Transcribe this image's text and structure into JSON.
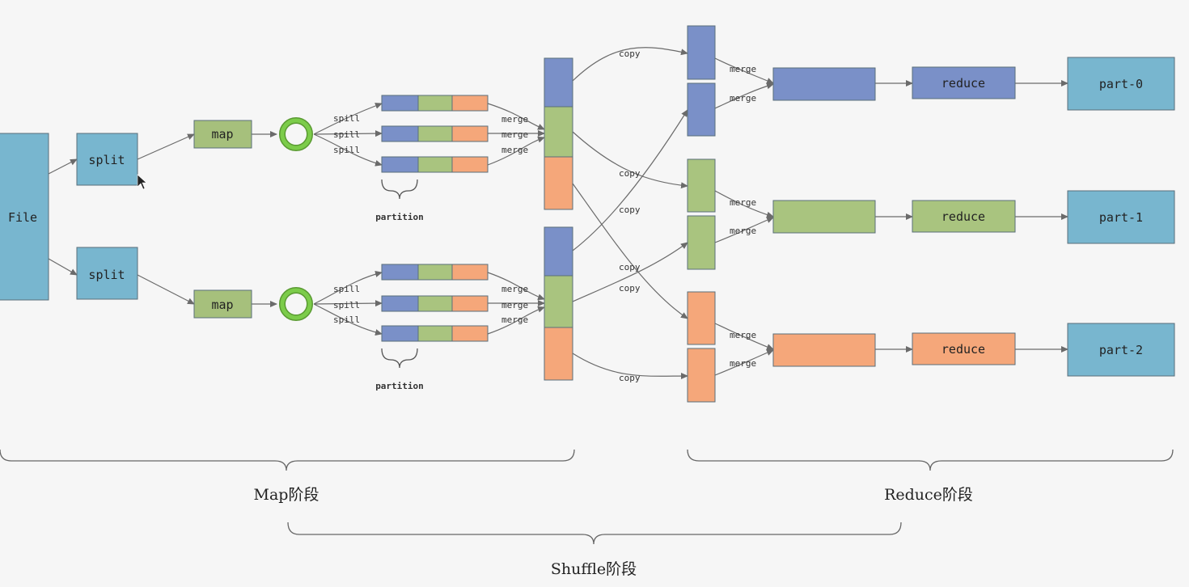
{
  "colors": {
    "blue": "#7a90c8",
    "green": "#a9c47f",
    "orange": "#f5a77a",
    "teal": "#78b6cf",
    "mapgreen": "#a6c07c",
    "ring": "#6cbc3e",
    "line": "#6b6b6b",
    "background": "#f6f6f6"
  },
  "labels": {
    "file": "File",
    "split": "split",
    "map": "map",
    "spill": "spill",
    "merge": "merge",
    "partition": "partition",
    "copy": "copy",
    "reduce": "reduce",
    "part0": "part-0",
    "part1": "part-1",
    "part2": "part-2",
    "map_phase": "Map阶段",
    "reduce_phase": "Reduce阶段",
    "shuffle_phase": "Shuffle阶段"
  }
}
